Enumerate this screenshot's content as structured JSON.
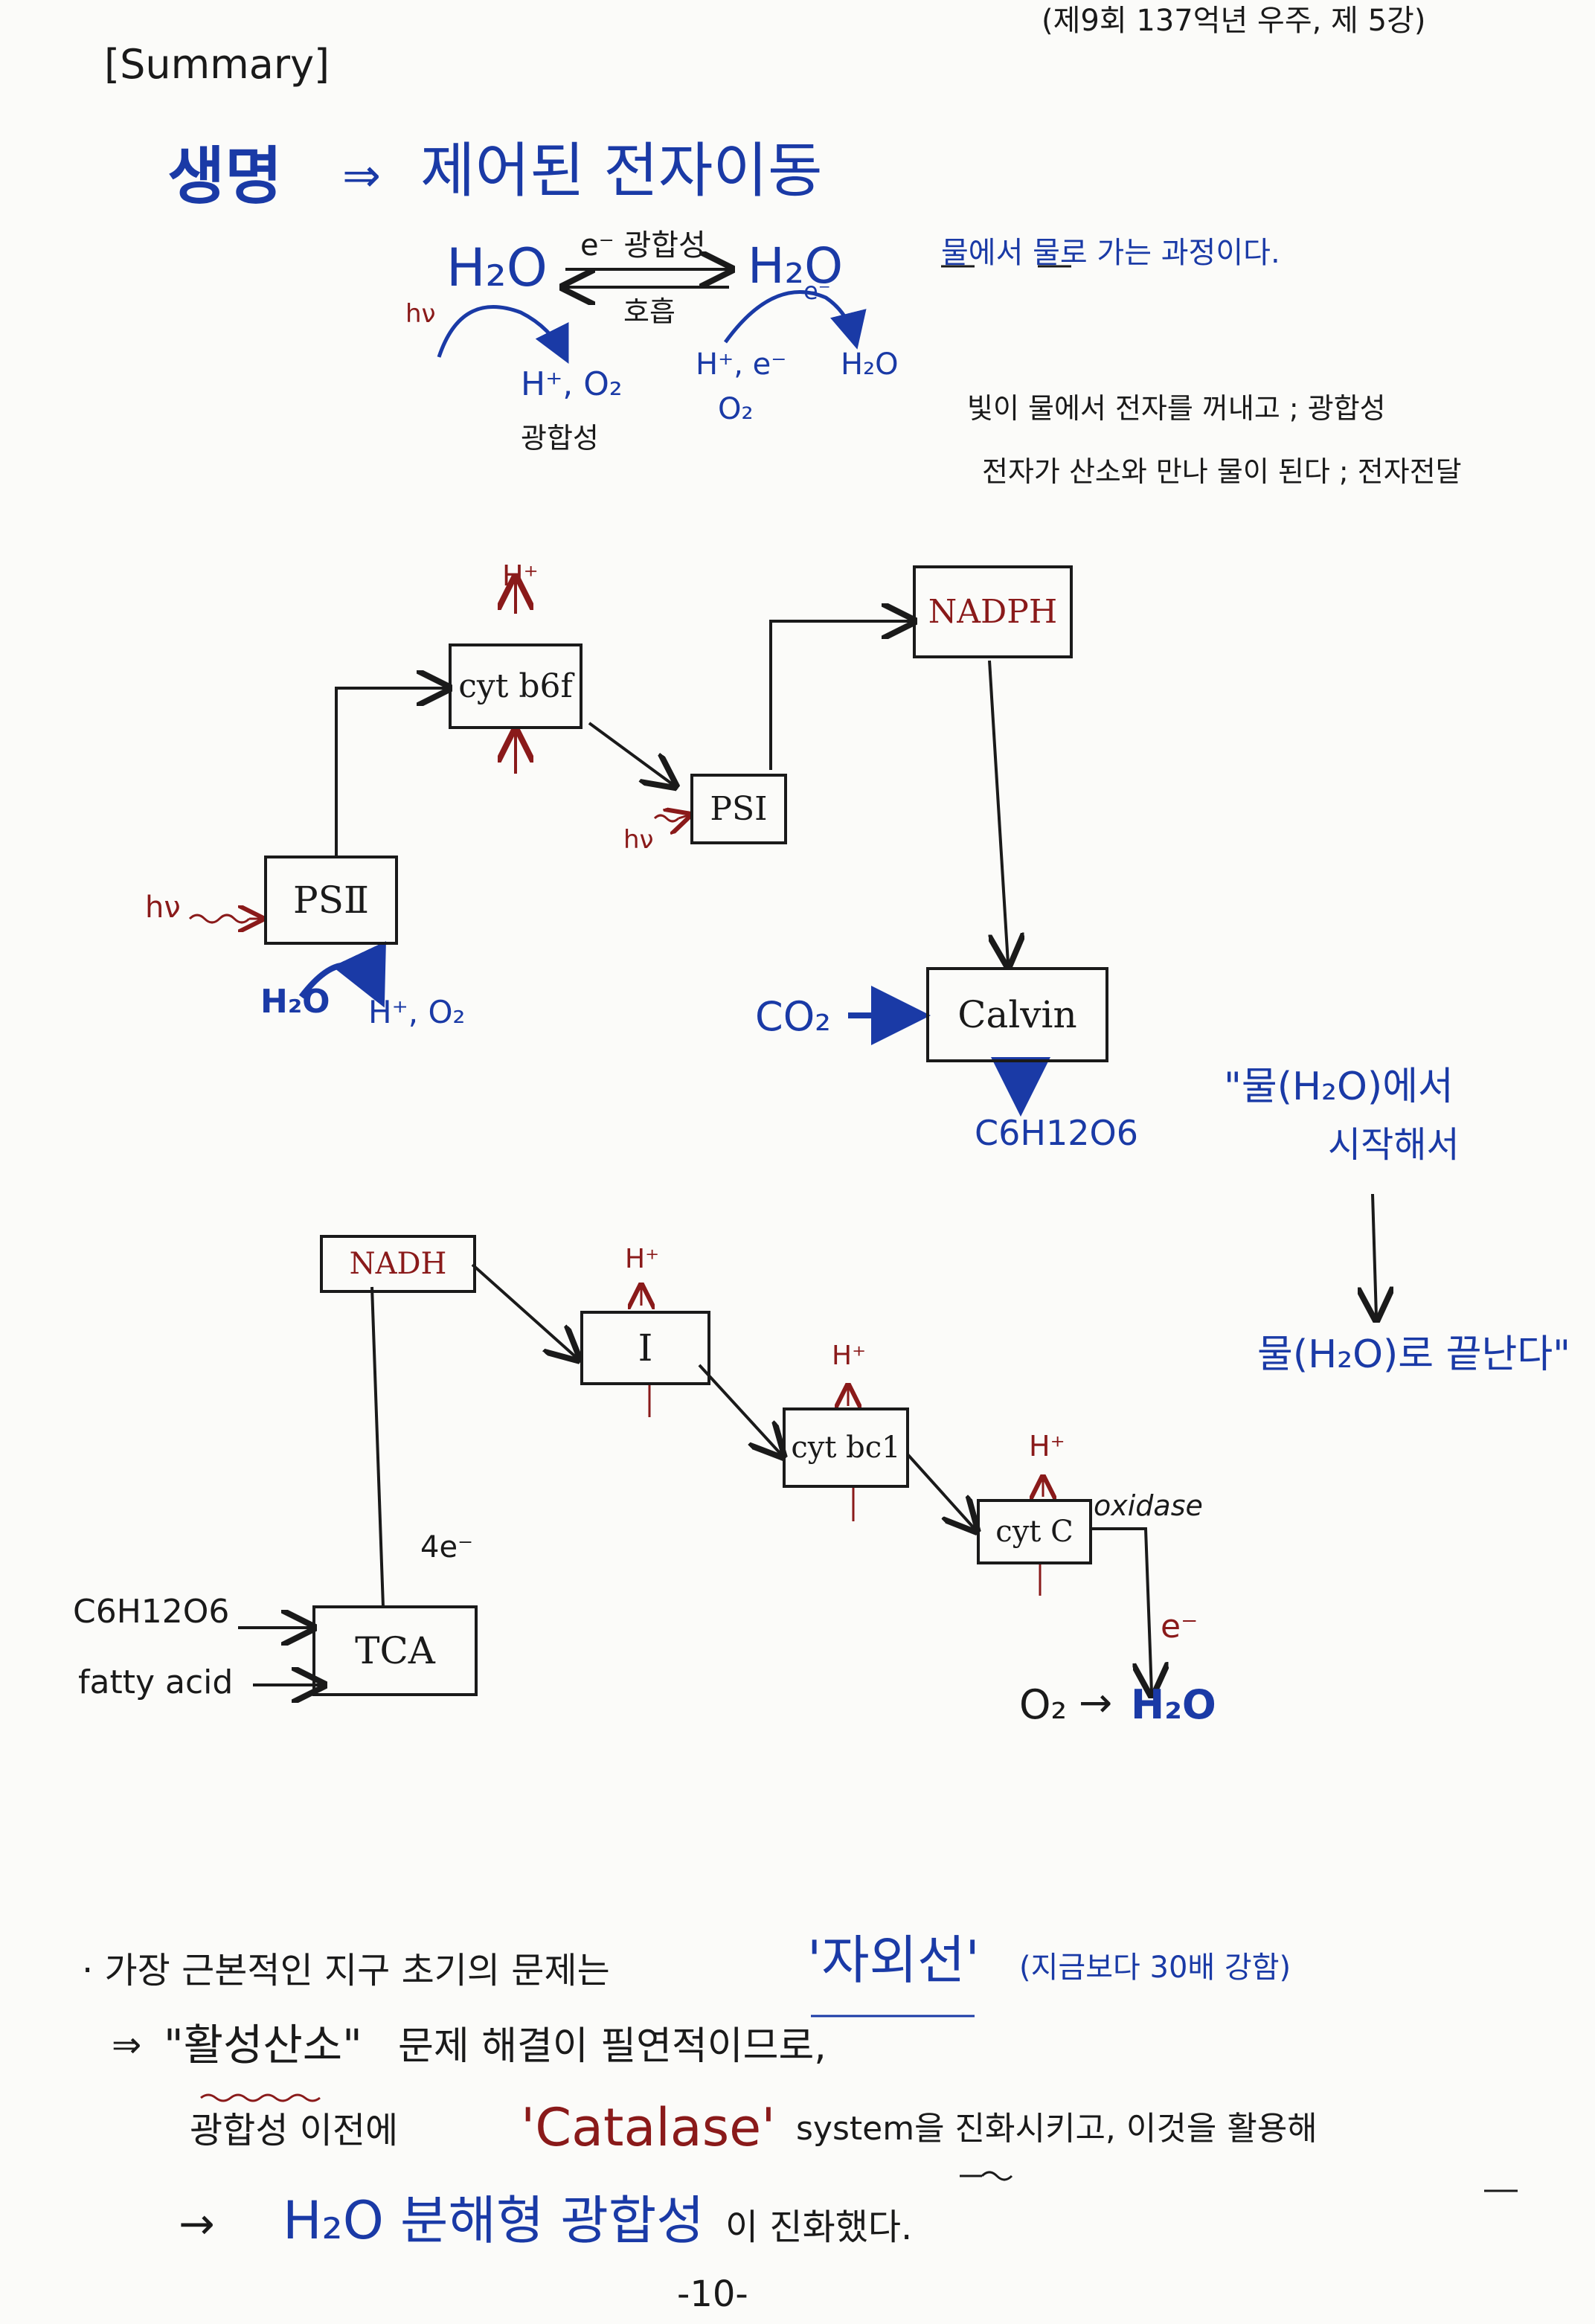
{
  "header": {
    "section_label": "[Summary]",
    "corner_note": "(제9회 137억년 우주, 제 5강)",
    "page_number": "-10-"
  },
  "title": {
    "life": "생명",
    "arrow": "⇒",
    "definition": "제어된 전자이동"
  },
  "water_cycle": {
    "left_h2o": "H₂O",
    "right_h2o": "H₂O",
    "forward_label": "e⁻ 광합성",
    "backward_label": "호흡",
    "hv": "hν",
    "left_products": "H⁺, O₂",
    "left_caption": "광합성",
    "right_e": "e⁻",
    "right_inputs_top": "H⁺, e⁻",
    "right_inputs_bottom": "O₂",
    "right_product": "H₂O",
    "side_note": "물에서 물로 가는 과정이다.",
    "bullet_line1": "빛이 물에서 전자를 꺼내고 ; 광합성",
    "bullet_line2": "전자가 산소와 만나 물이 된다 ; 전자전달"
  },
  "photosynthesis": {
    "ps2": "PSⅡ",
    "cytb6f": "cyt b6f",
    "ps1": "PSⅠ",
    "nadph": "NADPH",
    "calvin": "Calvin",
    "hv_ps2": "hν",
    "hv_ps1": "hν",
    "h_plus_top": "H⁺",
    "h2o_in": "H₂O",
    "h2o_products": "H⁺, O₂",
    "co2": "CO₂",
    "glucose": "C6H12O6"
  },
  "respiration": {
    "nadh": "NADH",
    "complex1": "Ⅰ",
    "cytbc1": "cyt bc1",
    "cytc": "cyt C",
    "oxidase": "oxidase",
    "tca": "TCA",
    "four_e": "4e⁻",
    "h_plus": "H⁺",
    "e_minus": "e⁻",
    "o2": "O₂",
    "arrow": "→",
    "h2o": "H₂O",
    "input_glucose": "C6H12O6",
    "input_fatty": "fatty acid"
  },
  "water_note": {
    "line1": "\"물(H₂O)에서",
    "line2": "시작해서",
    "line3": "물(H₂O)로 끝난다\""
  },
  "conclusion": {
    "line1_prefix": "· 가장 근본적인 지구 초기의 문제는",
    "line1_highlight": "'자외선'",
    "line1_suffix": "(지금보다 30배 강함)",
    "line2_arrow": "⇒",
    "line2_highlight": "\"활성산소\"",
    "line2_suffix": "문제 해결이 필연적이므로,",
    "line3_prefix": "광합성 이전에",
    "line3_highlight": "'Catalase'",
    "line3_suffix": "system을 진화시키고, 이것을 활용해",
    "line4_arrow": "→",
    "line4_highlight": "H₂O 분해형 광합성",
    "line4_suffix": "이 진화했다."
  },
  "colors": {
    "ink": "#1a1a1a",
    "blue": "#1a3aa6",
    "red": "#8a1a1a"
  }
}
